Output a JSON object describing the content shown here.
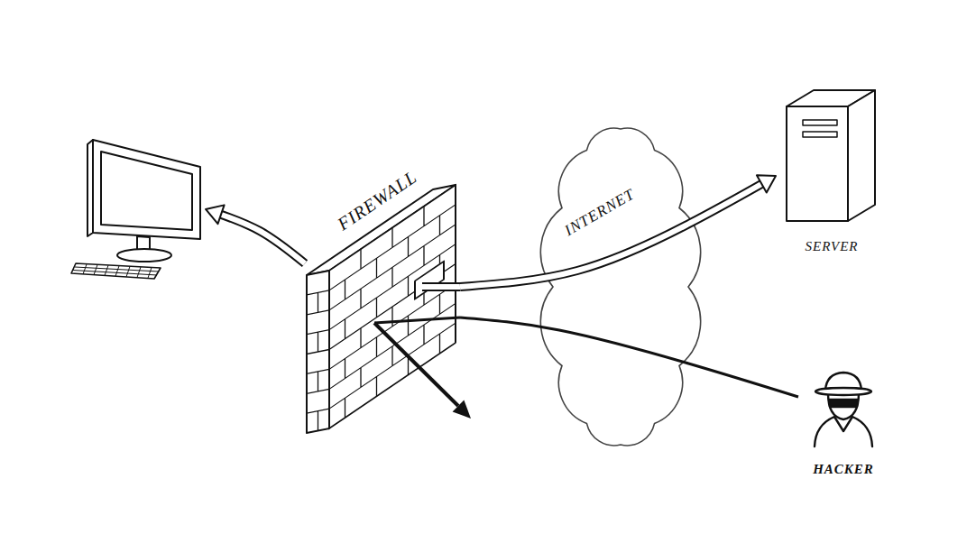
{
  "diagram": {
    "nodes": [
      {
        "text": []
      },
      {
        "text": [
          "FIREWALL"
        ]
      },
      {
        "text": [
          "INTERNET"
        ]
      },
      {
        "text": [
          "SERVER"
        ]
      },
      {
        "text": [
          "HACKER"
        ]
      }
    ],
    "edges": [
      {
        "from": 1,
        "to": 0,
        "arrow": "to"
      },
      {
        "from": 1,
        "to": 3,
        "arrow": "to"
      },
      {
        "from": 4,
        "to": 1,
        "arrow": "none"
      }
    ]
  }
}
